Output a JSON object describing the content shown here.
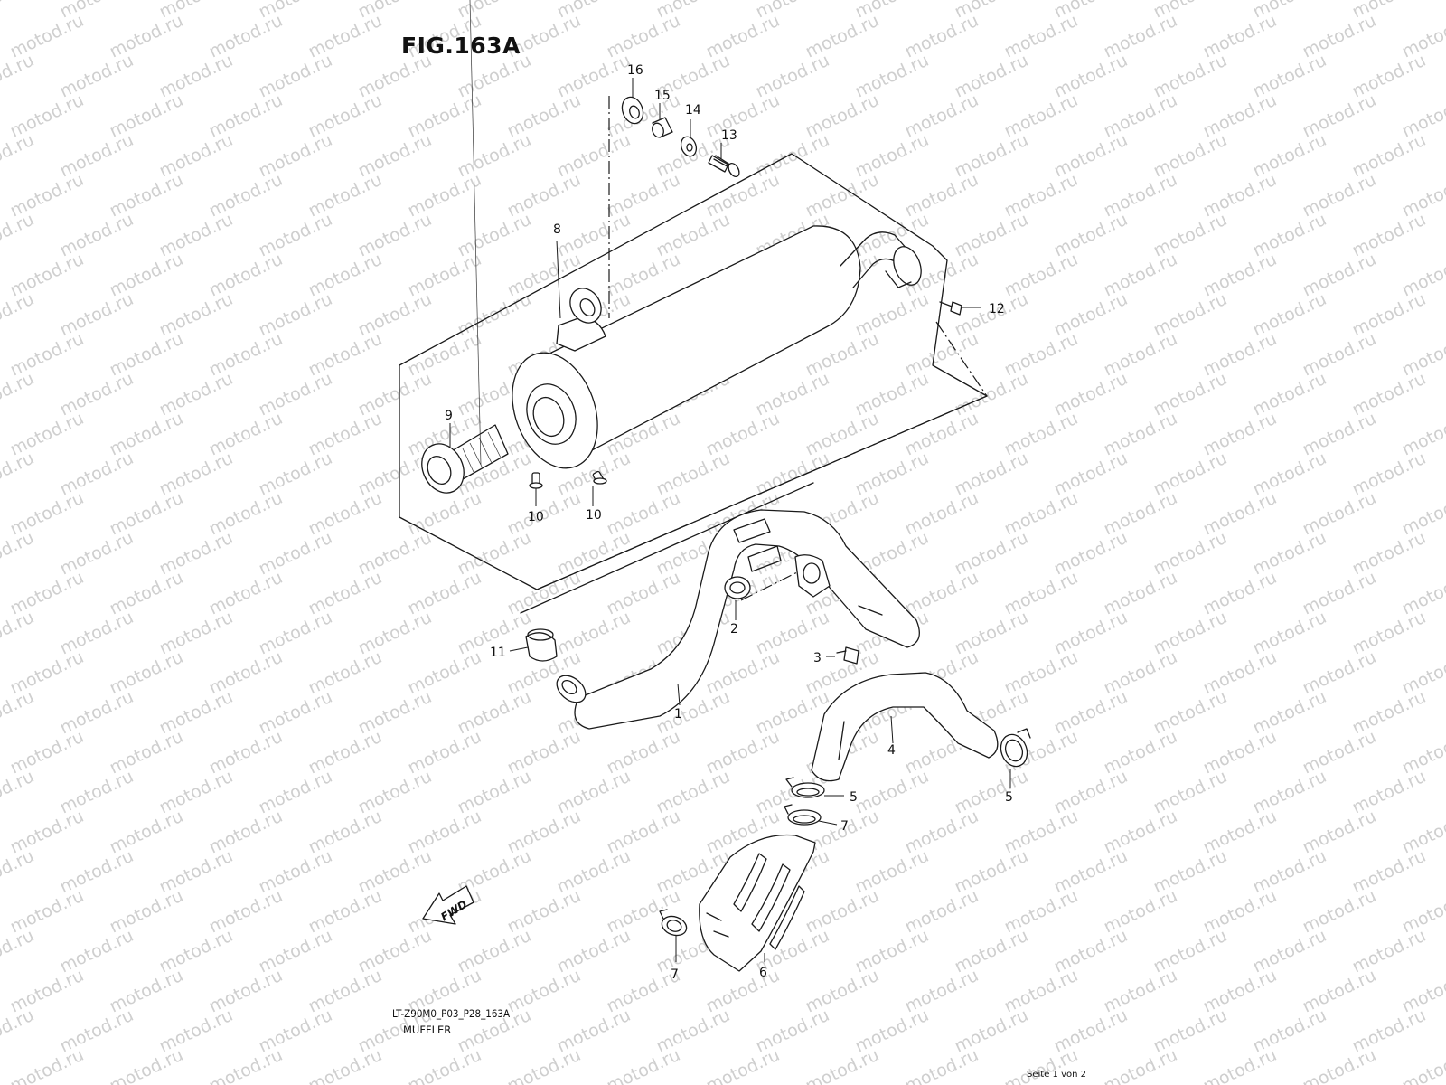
{
  "figure": {
    "title": "FIG.163A",
    "code": "LT-Z90M0_P03_P28_163A",
    "caption": "MUFFLER",
    "page": "Seite 1 von 2",
    "watermark": "motod.ru",
    "fwd_label": "FWD"
  },
  "callouts": [
    {
      "id": "c1",
      "label": "1"
    },
    {
      "id": "c2",
      "label": "2"
    },
    {
      "id": "c3",
      "label": "3"
    },
    {
      "id": "c4",
      "label": "4"
    },
    {
      "id": "c5a",
      "label": "5"
    },
    {
      "id": "c5b",
      "label": "5"
    },
    {
      "id": "c6",
      "label": "6"
    },
    {
      "id": "c7a",
      "label": "7"
    },
    {
      "id": "c7b",
      "label": "7"
    },
    {
      "id": "c8",
      "label": "8"
    },
    {
      "id": "c9",
      "label": "9"
    },
    {
      "id": "c10a",
      "label": "10"
    },
    {
      "id": "c10b",
      "label": "10"
    },
    {
      "id": "c11",
      "label": "11"
    },
    {
      "id": "c12",
      "label": "12"
    },
    {
      "id": "c13",
      "label": "13"
    },
    {
      "id": "c14",
      "label": "14"
    },
    {
      "id": "c15",
      "label": "15"
    },
    {
      "id": "c16",
      "label": "16"
    }
  ]
}
